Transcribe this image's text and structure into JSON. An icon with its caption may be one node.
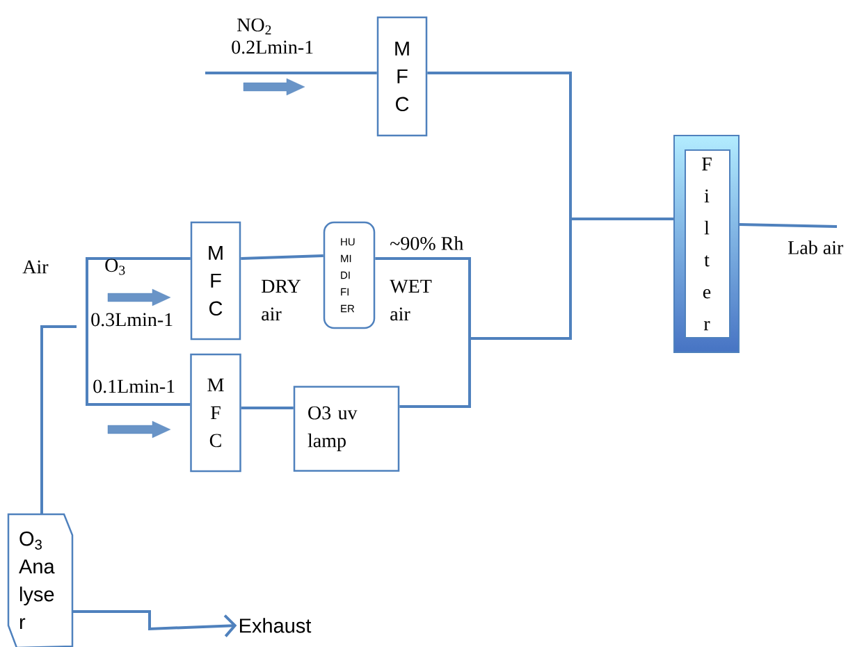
{
  "diagram": {
    "nodes": [
      {
        "text": [
          "M F C"
        ]
      },
      {
        "text": [
          "M F C"
        ]
      },
      {
        "text": [
          "HU MI DI FI ER"
        ]
      },
      {
        "text": [
          "M F C"
        ]
      },
      {
        "text": [
          "O3 uv lamp"
        ]
      },
      {
        "text": [
          "F i l t e r"
        ]
      },
      {
        "text": [
          "O$_{3}$ Ana lyse r"
        ]
      },
      {
        "text": [
          "Exhaust"
        ]
      }
    ],
    "edges": [
      {
        "from": null,
        "to": 0,
        "arrow": "none"
      },
      {
        "from": 0,
        "to": 5,
        "arrow": "none"
      },
      {
        "from": null,
        "to": 1,
        "arrow": "none"
      },
      {
        "from": 1,
        "to": 2,
        "arrow": "none"
      },
      {
        "from": 2,
        "to": 5,
        "arrow": "none"
      },
      {
        "from": null,
        "to": 3,
        "arrow": "none"
      },
      {
        "from": 3,
        "to": 4,
        "arrow": "none"
      },
      {
        "from": 4,
        "to": 5,
        "arrow": "none"
      },
      {
        "from": 5,
        "to": null,
        "arrow": "none"
      },
      {
        "from": null,
        "to": 6,
        "arrow": "none"
      },
      {
        "from": 6,
        "to": 7,
        "arrow": "to"
      }
    ],
    "labels": [
      "NO$_{2}$",
      "0.2Lmin-1",
      "Air",
      "O$_{3}$",
      "0.3Lmin-1",
      "DRY air",
      "~90% Rh",
      "WET air",
      "0.1Lmin-1",
      "Lab air"
    ]
  }
}
